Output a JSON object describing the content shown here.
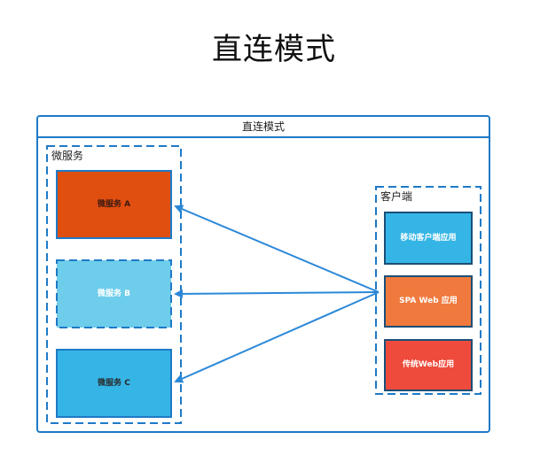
{
  "page_title": "直连模式",
  "panel_title": "直连模式",
  "microservices": {
    "label": "微服务",
    "items": [
      {
        "label": "微服务 A",
        "color": "#E04E10",
        "text_color": "#3a1a10"
      },
      {
        "label": "微服务 B",
        "color": "#6ECDEB",
        "text_color": "#ffffff"
      },
      {
        "label": "微服务 C",
        "color": "#35B5E6",
        "text_color": "#2a2a2a"
      }
    ]
  },
  "clients": {
    "label": "客户端",
    "items": [
      {
        "label": "移动客户端应用",
        "color": "#35B5E6",
        "text_color": "#ffffff"
      },
      {
        "label": "SPA Web 应用",
        "color": "#F07A3E",
        "text_color": "#ffffff"
      },
      {
        "label": "传统Web应用",
        "color": "#EE4B3C",
        "text_color": "#ffffff"
      }
    ]
  },
  "arrow_color": "#2B88D8",
  "border_color": "#1E7AC6"
}
